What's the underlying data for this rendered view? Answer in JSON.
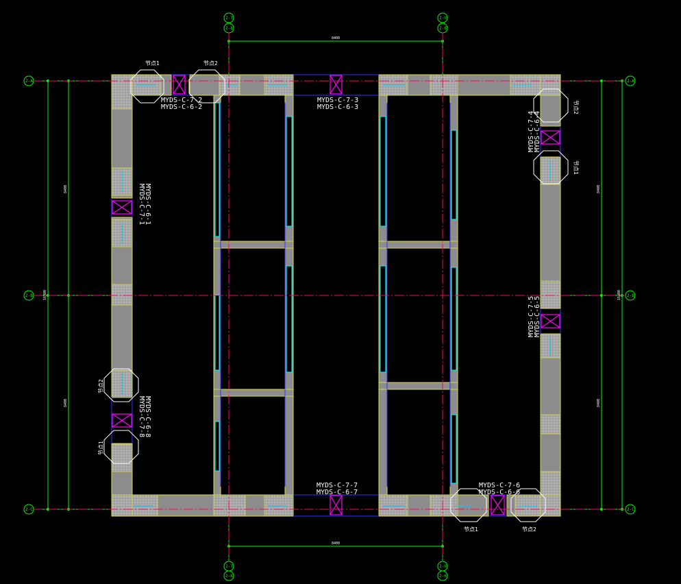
{
  "drawing": {
    "axis_bubbles": {
      "top_left": "2-7",
      "top_left_sub": "2-8",
      "top_right": "2-9",
      "top_right_sub": "2-6",
      "left_top": "2-A",
      "left_mid": "2-B",
      "left_bot": "2-C",
      "right_top": "2-A",
      "right_mid": "2-B",
      "right_bot": "2-C"
    },
    "dimensions": {
      "top_span": "8400",
      "bottom_span": "8400",
      "left_upper": "8400",
      "left_lower": "8400",
      "left_total": "16800",
      "right_upper": "8400",
      "right_lower": "8400",
      "right_total": "16800"
    },
    "node_labels": {
      "n_top_1": "节点1",
      "n_top_2": "节点2",
      "n_right_2": "节点2",
      "n_right_1": "节点1",
      "n_left_2": "节点2",
      "n_left_1": "节点1",
      "n_bot_1": "节点1",
      "n_bot_2": "节点2"
    },
    "panel_labels": {
      "p2_a": "MYDS-C-7-2",
      "p2_b": "MYDS-C-6-2",
      "p3_a": "MYDS-C-7-3",
      "p3_b": "MYDS-C-6-3",
      "p4_a": "MYDS-C-7-4",
      "p4_b": "MYDS-C-6-4",
      "p1_a": "MYDS-C-7-1",
      "p1_b": "MYDS-C-6-1",
      "p5_a": "MYDS-C-7-5",
      "p5_b": "MYDS-C-6-5",
      "p8_a": "MYDS-C-7-8",
      "p8_b": "MYDS-C-6-8",
      "p7_a": "MYDS-C-7-7",
      "p7_b": "MYDS-C-6-7",
      "p6_a": "MYDS-C-7-6",
      "p6_b": "MYDS-C-6-6"
    },
    "colors": {
      "background": "#000000",
      "wall_fill": "#8c8c8c",
      "wall_edge": "#d8d84a",
      "axis_line": "#ff0066",
      "dimension_line": "#00ff00",
      "opening_marker": "#ff00ff",
      "cyan_line": "#00ffff",
      "blue_line": "#3333ff"
    }
  }
}
